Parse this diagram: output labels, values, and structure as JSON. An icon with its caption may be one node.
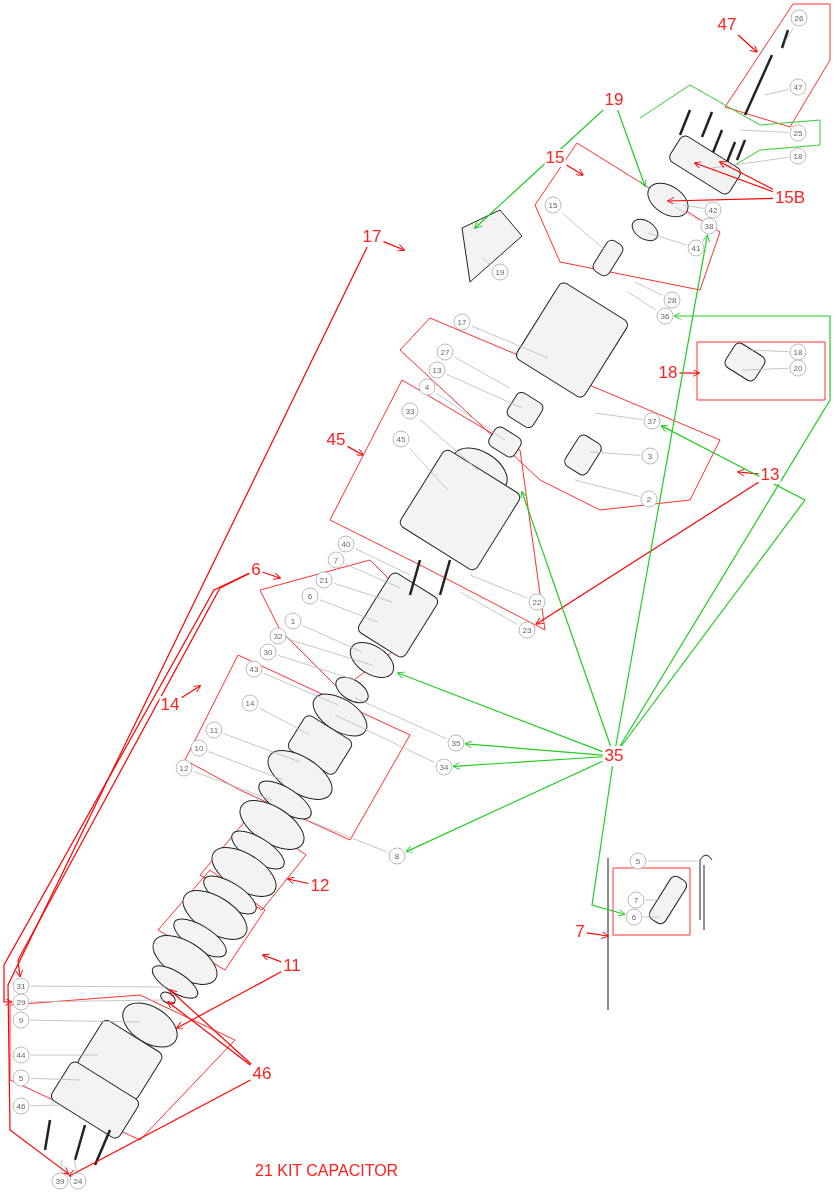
{
  "diagram": {
    "caption": "21 KIT CAPACITOR",
    "nodes": [
      {
        "text": [
          "47"
        ]
      },
      {
        "text": [
          "26"
        ]
      },
      {
        "text": [
          "47"
        ]
      },
      {
        "text": [
          "19"
        ]
      },
      {
        "text": [
          "25"
        ]
      },
      {
        "text": [
          "18"
        ]
      },
      {
        "text": [
          "15"
        ]
      },
      {
        "text": [
          "15B"
        ]
      },
      {
        "text": [
          "15"
        ]
      },
      {
        "text": [
          "42"
        ]
      },
      {
        "text": [
          "38"
        ]
      },
      {
        "text": [
          "17"
        ]
      },
      {
        "text": [
          "41"
        ]
      },
      {
        "text": [
          "19"
        ]
      },
      {
        "text": [
          "28"
        ]
      },
      {
        "text": [
          "36"
        ]
      },
      {
        "text": [
          "17"
        ]
      },
      {
        "text": [
          "27"
        ]
      },
      {
        "text": [
          "18"
        ]
      },
      {
        "text": [
          "20"
        ]
      },
      {
        "text": [
          "13"
        ]
      },
      {
        "text": [
          "18"
        ]
      },
      {
        "text": [
          "4"
        ]
      },
      {
        "text": [
          "33"
        ]
      },
      {
        "text": [
          "37"
        ]
      },
      {
        "text": [
          "45"
        ]
      },
      {
        "text": [
          "45"
        ]
      },
      {
        "text": [
          "3"
        ]
      },
      {
        "text": [
          "13"
        ]
      },
      {
        "text": [
          "2"
        ]
      },
      {
        "text": [
          "40"
        ]
      },
      {
        "text": [
          "7"
        ]
      },
      {
        "text": [
          "6"
        ]
      },
      {
        "text": [
          "21"
        ]
      },
      {
        "text": [
          "6"
        ]
      },
      {
        "text": [
          "22"
        ]
      },
      {
        "text": [
          "1"
        ]
      },
      {
        "text": [
          "23"
        ]
      },
      {
        "text": [
          "32"
        ]
      },
      {
        "text": [
          "30"
        ]
      },
      {
        "text": [
          "43"
        ]
      },
      {
        "text": [
          "14"
        ]
      },
      {
        "text": [
          "14"
        ]
      },
      {
        "text": [
          "11"
        ]
      },
      {
        "text": [
          "35"
        ]
      },
      {
        "text": [
          "10"
        ]
      },
      {
        "text": [
          "35"
        ]
      },
      {
        "text": [
          "34"
        ]
      },
      {
        "text": [
          "12"
        ]
      },
      {
        "text": [
          "8"
        ]
      },
      {
        "text": [
          "5"
        ]
      },
      {
        "text": [
          "12"
        ]
      },
      {
        "text": [
          "7"
        ]
      },
      {
        "text": [
          "6"
        ]
      },
      {
        "text": [
          "7"
        ]
      },
      {
        "text": [
          "11"
        ]
      },
      {
        "text": [
          "31"
        ]
      },
      {
        "text": [
          "29"
        ]
      },
      {
        "text": [
          "9"
        ]
      },
      {
        "text": [
          "44"
        ]
      },
      {
        "text": [
          "5"
        ]
      },
      {
        "text": [
          "46"
        ]
      },
      {
        "text": [
          "46"
        ]
      },
      {
        "text": [
          "39"
        ]
      },
      {
        "text": [
          "24"
        ]
      }
    ],
    "edges": [
      {
        "from": 1,
        "to": null,
        "arrow": "none"
      },
      {
        "from": 2,
        "to": null,
        "arrow": "none"
      },
      {
        "from": 4,
        "to": null,
        "arrow": "none"
      },
      {
        "from": 5,
        "to": null,
        "arrow": "none"
      },
      {
        "from": 8,
        "to": null,
        "arrow": "none"
      },
      {
        "from": 9,
        "to": null,
        "arrow": "none"
      },
      {
        "from": 10,
        "to": null,
        "arrow": "none"
      },
      {
        "from": 12,
        "to": null,
        "arrow": "none"
      },
      {
        "from": 13,
        "to": null,
        "arrow": "none"
      },
      {
        "from": 14,
        "to": null,
        "arrow": "none"
      },
      {
        "from": 15,
        "to": null,
        "arrow": "none"
      },
      {
        "from": 16,
        "to": null,
        "arrow": "none"
      },
      {
        "from": 17,
        "to": null,
        "arrow": "none"
      },
      {
        "from": 18,
        "to": null,
        "arrow": "none"
      },
      {
        "from": 19,
        "to": null,
        "arrow": "none"
      },
      {
        "from": 20,
        "to": null,
        "arrow": "none"
      },
      {
        "from": 22,
        "to": null,
        "arrow": "none"
      },
      {
        "from": 23,
        "to": null,
        "arrow": "none"
      },
      {
        "from": 24,
        "to": null,
        "arrow": "none"
      },
      {
        "from": 26,
        "to": null,
        "arrow": "none"
      },
      {
        "from": 27,
        "to": null,
        "arrow": "none"
      },
      {
        "from": 29,
        "to": null,
        "arrow": "none"
      },
      {
        "from": 30,
        "to": null,
        "arrow": "none"
      },
      {
        "from": 31,
        "to": null,
        "arrow": "none"
      },
      {
        "from": 33,
        "to": null,
        "arrow": "none"
      },
      {
        "from": 34,
        "to": null,
        "arrow": "none"
      },
      {
        "from": 35,
        "to": null,
        "arrow": "none"
      },
      {
        "from": 36,
        "to": null,
        "arrow": "none"
      },
      {
        "from": 37,
        "to": null,
        "arrow": "none"
      },
      {
        "from": 38,
        "to": null,
        "arrow": "none"
      },
      {
        "from": 39,
        "to": null,
        "arrow": "none"
      },
      {
        "from": 40,
        "to": null,
        "arrow": "none"
      },
      {
        "from": 42,
        "to": null,
        "arrow": "none"
      },
      {
        "from": 43,
        "to": null,
        "arrow": "none"
      },
      {
        "from": 44,
        "to": null,
        "arrow": "none"
      },
      {
        "from": 45,
        "to": null,
        "arrow": "none"
      },
      {
        "from": 47,
        "to": null,
        "arrow": "none"
      },
      {
        "from": 48,
        "to": null,
        "arrow": "none"
      },
      {
        "from": 49,
        "to": null,
        "arrow": "none"
      },
      {
        "from": 50,
        "to": null,
        "arrow": "none"
      },
      {
        "from": 52,
        "to": null,
        "arrow": "none"
      },
      {
        "from": 53,
        "to": null,
        "arrow": "none"
      },
      {
        "from": 56,
        "to": null,
        "arrow": "none"
      },
      {
        "from": 57,
        "to": null,
        "arrow": "none"
      },
      {
        "from": 58,
        "to": null,
        "arrow": "none"
      },
      {
        "from": 59,
        "to": null,
        "arrow": "none"
      },
      {
        "from": 60,
        "to": null,
        "arrow": "none"
      },
      {
        "from": 62,
        "to": null,
        "arrow": "none"
      },
      {
        "from": 63,
        "to": null,
        "arrow": "none"
      },
      {
        "from": 64,
        "to": null,
        "arrow": "none"
      },
      {
        "from": 0,
        "to": null,
        "arrow": "to",
        "color": "#ff0000"
      },
      {
        "from": 3,
        "to": null,
        "arrow": "to",
        "color": "#22cc22"
      },
      {
        "from": 3,
        "to": null,
        "arrow": "to",
        "color": "#22cc22"
      },
      {
        "from": 6,
        "to": null,
        "arrow": "to",
        "color": "#ff0000"
      },
      {
        "from": 7,
        "to": null,
        "arrow": "to",
        "color": "#ff0000"
      },
      {
        "from": 7,
        "to": null,
        "arrow": "to",
        "color": "#ff0000"
      },
      {
        "from": 7,
        "to": null,
        "arrow": "to",
        "color": "#ff0000"
      },
      {
        "from": 11,
        "to": null,
        "arrow": "to",
        "color": "#ff0000"
      },
      {
        "from": 11,
        "to": 64,
        "arrow": "to",
        "color": "#ff0000"
      },
      {
        "from": 21,
        "to": null,
        "arrow": "to",
        "color": "#ff0000"
      },
      {
        "from": 25,
        "to": null,
        "arrow": "to",
        "color": "#ff0000"
      },
      {
        "from": 28,
        "to": null,
        "arrow": "to",
        "color": "#ff0000"
      },
      {
        "from": 28,
        "to": 37,
        "arrow": "to",
        "color": "#ff0000"
      },
      {
        "from": 32,
        "to": null,
        "arrow": "to",
        "color": "#ff0000"
      },
      {
        "from": 32,
        "to": 56,
        "arrow": "to",
        "color": "#ff0000"
      },
      {
        "from": 32,
        "to": 57,
        "arrow": "to",
        "color": "#ff0000"
      },
      {
        "from": 41,
        "to": null,
        "arrow": "to",
        "color": "#ff0000"
      },
      {
        "from": 46,
        "to": 10,
        "arrow": "to",
        "color": "#22cc22"
      },
      {
        "from": 46,
        "to": 15,
        "arrow": "to",
        "color": "#22cc22"
      },
      {
        "from": 46,
        "to": 24,
        "arrow": "to",
        "color": "#22cc22"
      },
      {
        "from": 46,
        "to": null,
        "arrow": "to",
        "color": "#22cc22"
      },
      {
        "from": 46,
        "to": null,
        "arrow": "to",
        "color": "#22cc22"
      },
      {
        "from": 46,
        "to": 44,
        "arrow": "to",
        "color": "#22cc22"
      },
      {
        "from": 46,
        "to": 47,
        "arrow": "to",
        "color": "#22cc22"
      },
      {
        "from": 46,
        "to": 49,
        "arrow": "to",
        "color": "#22cc22"
      },
      {
        "from": 46,
        "to": 53,
        "arrow": "to",
        "color": "#22cc22"
      },
      {
        "from": 51,
        "to": null,
        "arrow": "to",
        "color": "#ff0000"
      },
      {
        "from": 54,
        "to": null,
        "arrow": "to",
        "color": "#ff0000"
      },
      {
        "from": 55,
        "to": null,
        "arrow": "to",
        "color": "#ff0000"
      },
      {
        "from": 55,
        "to": null,
        "arrow": "to",
        "color": "#ff0000"
      },
      {
        "from": 61,
        "to": null,
        "arrow": "to",
        "color": "#ff0000"
      },
      {
        "from": 61,
        "to": null,
        "arrow": "to",
        "color": "#ff0000"
      },
      {
        "from": 61,
        "to": 63,
        "arrow": "to",
        "color": "#ff0000"
      }
    ]
  }
}
